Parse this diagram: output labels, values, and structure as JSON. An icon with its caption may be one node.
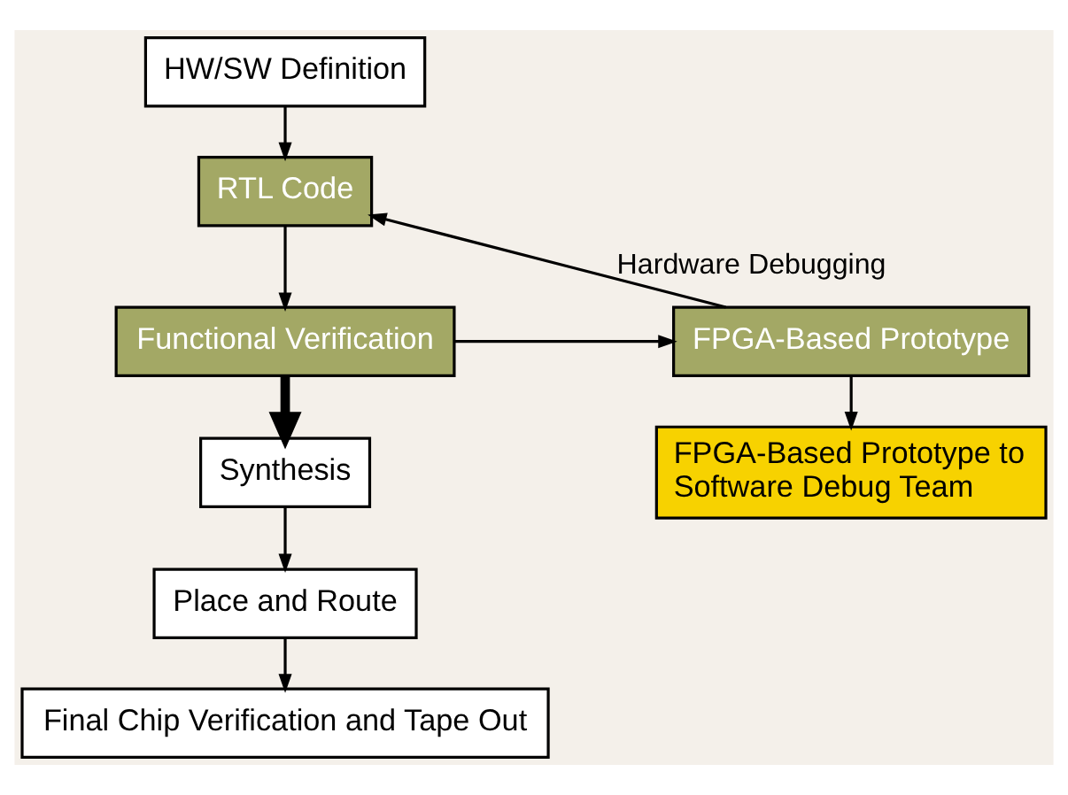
{
  "diagram": {
    "nodes": [
      {
        "text": [
          "HW/SW Definition"
        ]
      },
      {
        "text": [
          "RTL Code"
        ]
      },
      {
        "text": [
          "Functional Verification"
        ]
      },
      {
        "text": [
          "FPGA-Based Prototype"
        ]
      },
      {
        "text": [
          "FPGA-Based Prototype to Software Debug Team"
        ]
      },
      {
        "text": [
          "Synthesis"
        ]
      },
      {
        "text": [
          "Place and Route"
        ]
      },
      {
        "text": [
          "Final Chip Verification and Tape Out"
        ]
      }
    ],
    "edges": [
      {
        "from": 0,
        "to": 1,
        "arrow": "to"
      },
      {
        "from": 1,
        "to": 2,
        "arrow": "to"
      },
      {
        "from": 2,
        "to": 3,
        "arrow": "to"
      },
      {
        "from": 3,
        "to": 1,
        "arrow": "to",
        "label": "Hardware Debugging"
      },
      {
        "from": 3,
        "to": 4,
        "arrow": "to"
      },
      {
        "from": 2,
        "to": 5,
        "arrow": "to",
        "style": "thick"
      },
      {
        "from": 5,
        "to": 6,
        "arrow": "to"
      },
      {
        "from": 6,
        "to": 7,
        "arrow": "to"
      }
    ]
  }
}
